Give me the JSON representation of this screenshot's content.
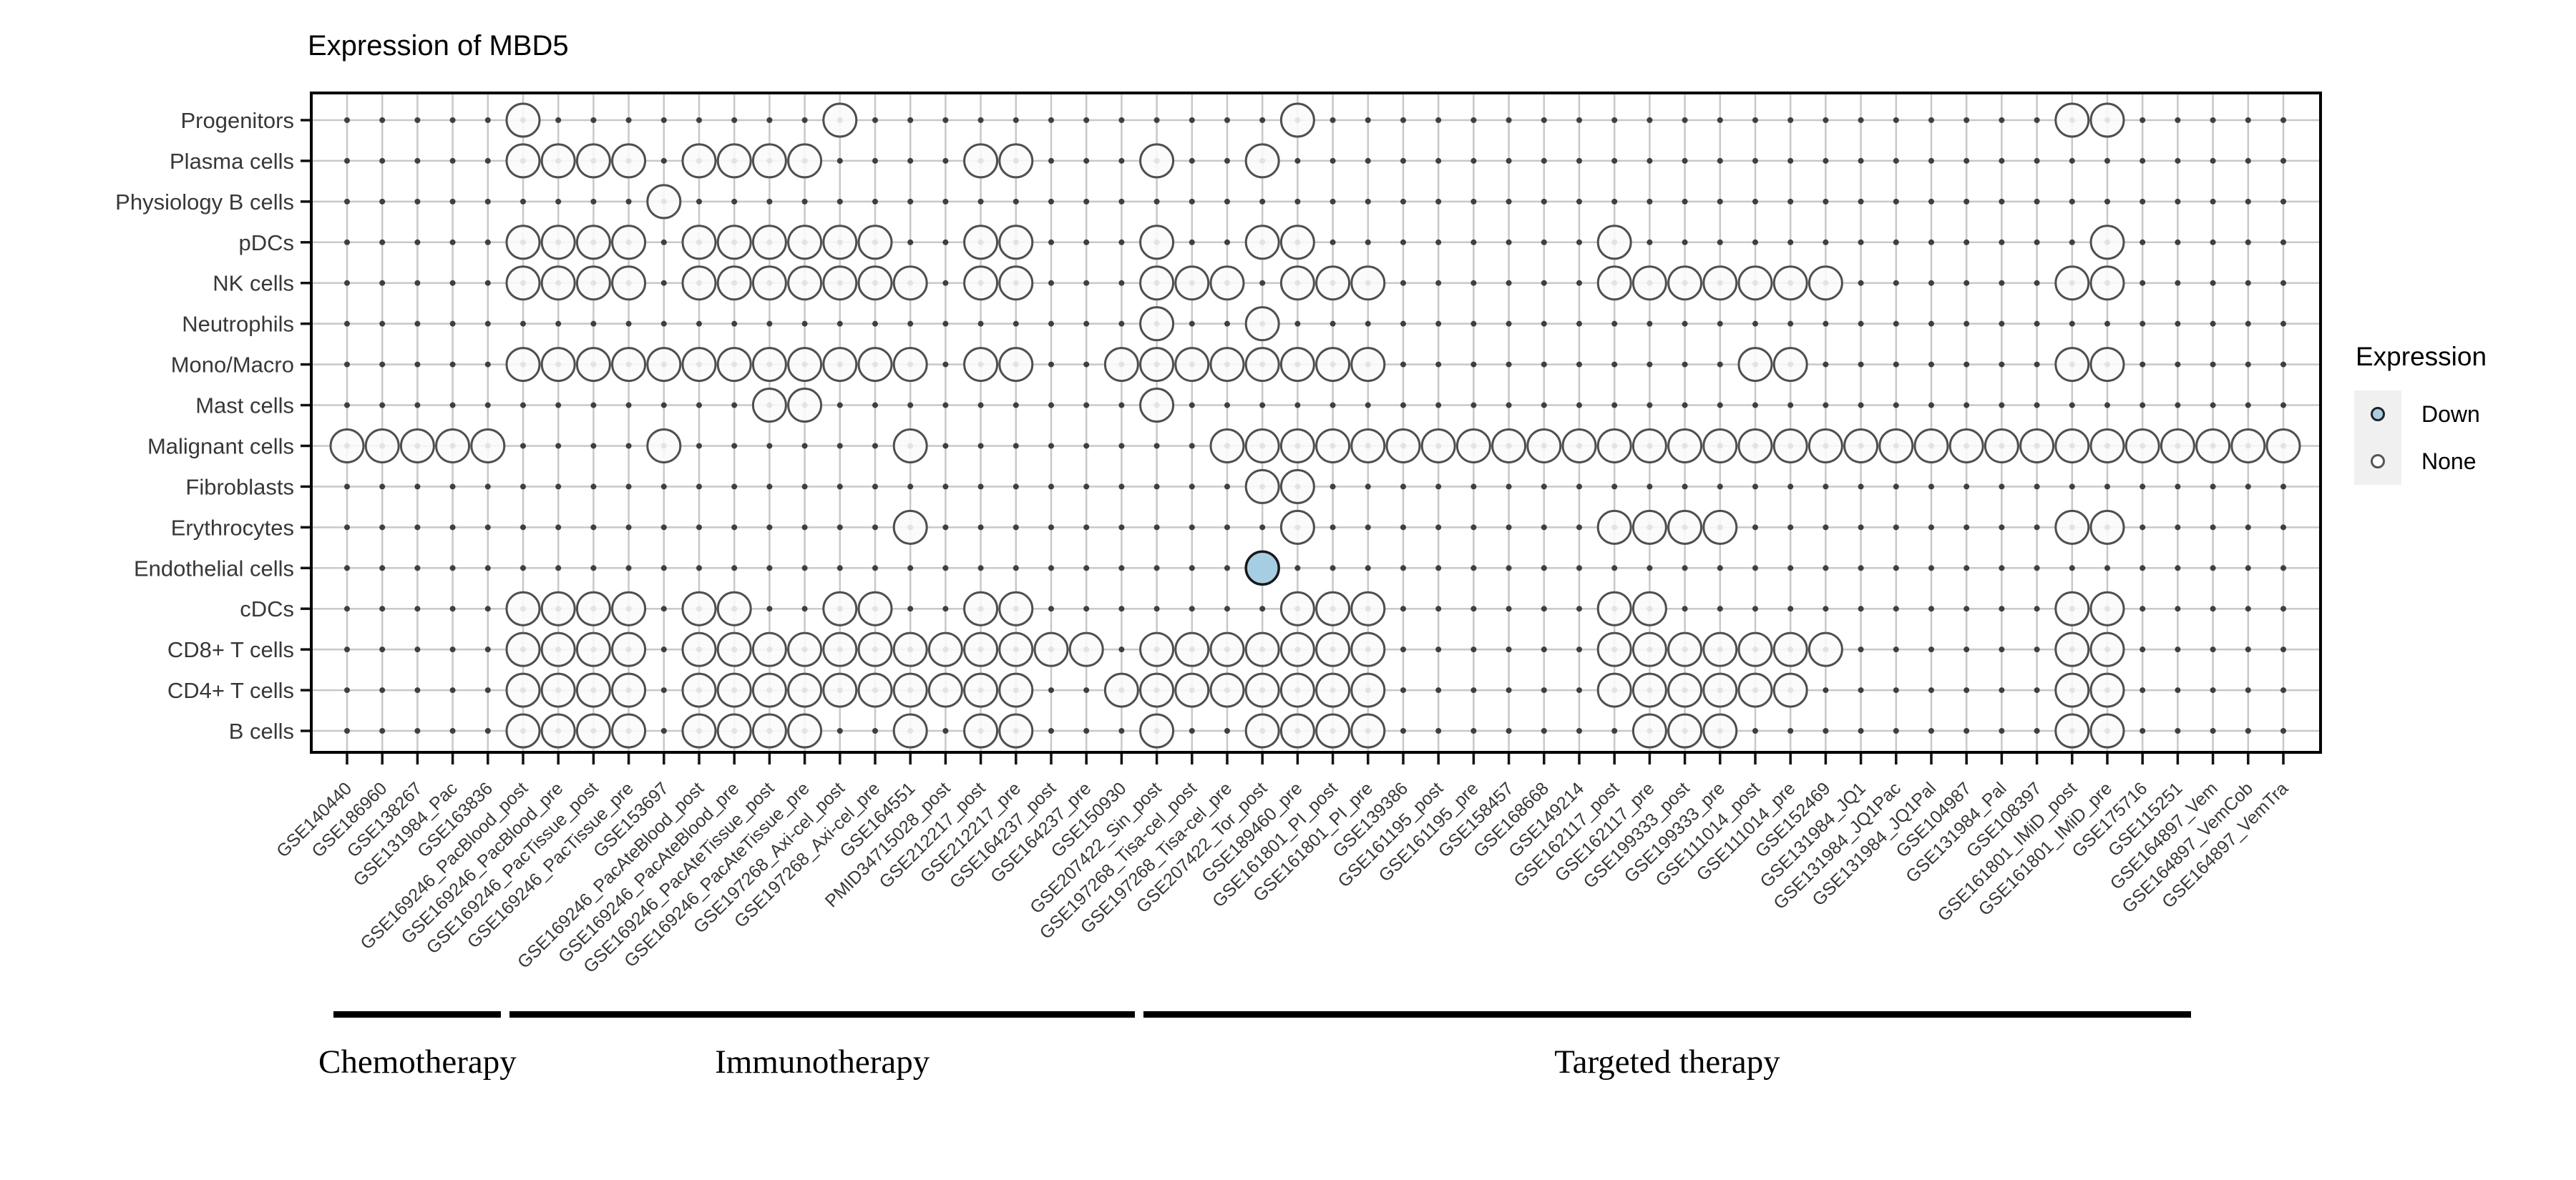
{
  "title": "Expression of MBD5",
  "legend": {
    "title": "Expression",
    "items": [
      {
        "label": "Down",
        "color": "#a6cee3"
      },
      {
        "label": "None",
        "color": "#ffffff"
      }
    ]
  },
  "colors": {
    "down_fill": "#a6cee3",
    "none_fill": "#fbfbfc",
    "circle_stroke": "#4f4f4f",
    "down_stroke": "#1a1a1a",
    "grid": "#c8c8c8",
    "grid_dot": "#3f3f3f",
    "axis": "#000000",
    "label_text": "#383838"
  },
  "chart_data": {
    "type": "scatter",
    "subtype": "dot-matrix",
    "title": "Expression of MBD5",
    "xlabel": "",
    "ylabel": "",
    "legend_position": "right",
    "grid": true,
    "rows": [
      "Progenitors",
      "Plasma cells",
      "Physiology B cells",
      "pDCs",
      "NK cells",
      "Neutrophils",
      "Mono/Macro",
      "Mast cells",
      "Malignant cells",
      "Fibroblasts",
      "Erythrocytes",
      "Endothelial cells",
      "cDCs",
      "CD8+ T cells",
      "CD4+ T cells",
      "B cells"
    ],
    "columns": [
      "GSE140440",
      "GSE186960",
      "GSE138267",
      "GSE131984_Pac",
      "GSE163836",
      "GSE169246_PacBlood_post",
      "GSE169246_PacBlood_pre",
      "GSE169246_PacTissue_post",
      "GSE169246_PacTissue_pre",
      "GSE153697",
      "GSE169246_PacAteBlood_post",
      "GSE169246_PacAteBlood_pre",
      "GSE169246_PacAteTissue_post",
      "GSE169246_PacAteTissue_pre",
      "GSE197268_Axi-cel_post",
      "GSE197268_Axi-cel_pre",
      "GSE164551",
      "PMID34715028_post",
      "GSE212217_post",
      "GSE212217_pre",
      "GSE164237_post",
      "GSE164237_pre",
      "GSE150930",
      "GSE207422_Sin_post",
      "GSE197268_Tisa-cel_post",
      "GSE197268_Tisa-cel_pre",
      "GSE207422_Tor_post",
      "GSE189460_pre",
      "GSE161801_PI_post",
      "GSE161801_PI_pre",
      "GSE139386",
      "GSE161195_post",
      "GSE161195_pre",
      "GSE158457",
      "GSE168668",
      "GSE149214",
      "GSE162117_post",
      "GSE162117_pre",
      "GSE199333_post",
      "GSE199333_pre",
      "GSE111014_post",
      "GSE111014_pre",
      "GSE152469",
      "GSE131984_JQ1",
      "GSE131984_JQ1Pac",
      "GSE131984_JQ1Pal",
      "GSE104987",
      "GSE131984_Pal",
      "GSE108397",
      "GSE161801_IMiD_post",
      "GSE161801_IMiD_pre",
      "GSE175716",
      "GSE115251",
      "GSE164897_Vem",
      "GSE164897_VemCob",
      "GSE164897_VemTra"
    ],
    "presence_none": {
      "Progenitors": [
        6,
        15,
        28,
        50,
        51
      ],
      "Plasma cells": [
        6,
        7,
        8,
        9,
        11,
        12,
        13,
        14,
        19,
        20,
        24,
        27
      ],
      "Physiology B cells": [
        10
      ],
      "pDCs": [
        6,
        7,
        8,
        9,
        11,
        12,
        13,
        14,
        15,
        16,
        19,
        20,
        24,
        27,
        28,
        37,
        51
      ],
      "NK cells": [
        6,
        7,
        8,
        9,
        11,
        12,
        13,
        14,
        15,
        16,
        17,
        19,
        20,
        24,
        25,
        26,
        28,
        29,
        30,
        37,
        38,
        39,
        40,
        41,
        42,
        43,
        50,
        51
      ],
      "Neutrophils": [
        24,
        27
      ],
      "Mono/Macro": [
        6,
        7,
        8,
        9,
        10,
        11,
        12,
        13,
        14,
        15,
        16,
        17,
        19,
        20,
        23,
        24,
        25,
        26,
        27,
        28,
        29,
        30,
        41,
        42,
        50,
        51
      ],
      "Mast cells": [
        13,
        14,
        24
      ],
      "Malignant cells": [
        1,
        2,
        3,
        4,
        5,
        10,
        17,
        26,
        27,
        28,
        29,
        30,
        31,
        32,
        33,
        34,
        35,
        36,
        37,
        38,
        39,
        40,
        41,
        42,
        43,
        44,
        45,
        46,
        47,
        48,
        49,
        50,
        51,
        52,
        53,
        54,
        55,
        56
      ],
      "Fibroblasts": [
        27,
        28
      ],
      "Erythrocytes": [
        17,
        28,
        37,
        38,
        39,
        40,
        50,
        51
      ],
      "Endothelial cells": [],
      "cDCs": [
        6,
        7,
        8,
        9,
        11,
        12,
        15,
        16,
        19,
        20,
        28,
        29,
        30,
        37,
        38,
        50,
        51
      ],
      "CD8+ T cells": [
        6,
        7,
        8,
        9,
        11,
        12,
        13,
        14,
        15,
        16,
        17,
        18,
        19,
        20,
        21,
        22,
        24,
        25,
        26,
        27,
        28,
        29,
        30,
        37,
        38,
        39,
        40,
        41,
        42,
        43,
        50,
        51
      ],
      "CD4+ T cells": [
        6,
        7,
        8,
        9,
        11,
        12,
        13,
        14,
        15,
        16,
        17,
        18,
        19,
        20,
        23,
        24,
        25,
        26,
        27,
        28,
        29,
        30,
        37,
        38,
        39,
        40,
        41,
        42,
        50,
        51
      ],
      "B cells": [
        6,
        7,
        8,
        9,
        11,
        12,
        13,
        14,
        17,
        19,
        20,
        24,
        27,
        28,
        29,
        30,
        38,
        39,
        40,
        50,
        51
      ]
    },
    "presence_down": [
      {
        "row": "Endothelial cells",
        "column": "GSE207422_Tor_post",
        "col_index": 27
      }
    ],
    "groups": [
      {
        "label": "Chemotherapy",
        "from": 1,
        "to": 5
      },
      {
        "label": "Immunotherapy",
        "from": 6,
        "to": 23
      },
      {
        "label": "Targeted therapy",
        "from": 24,
        "to": 53
      }
    ]
  }
}
